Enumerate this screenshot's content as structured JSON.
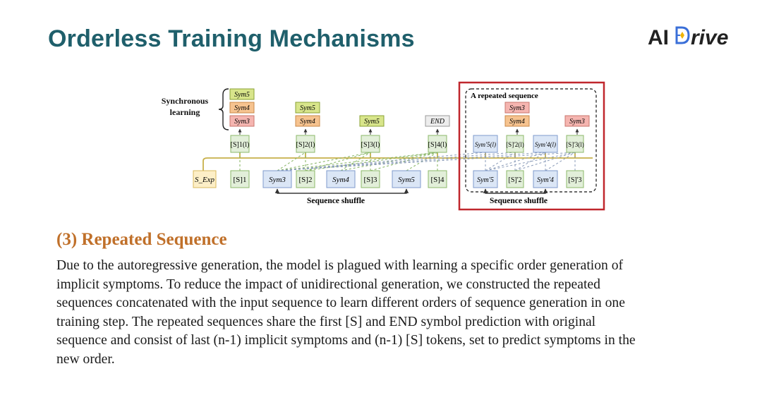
{
  "header": {
    "title": "Orderless Training Mechanisms",
    "logo_prefix": "AI",
    "logo_suffix": "rive"
  },
  "diagram": {
    "sync_label": [
      "Synchronous",
      "learning"
    ],
    "input_row": [
      "S_Exp",
      "[S]1",
      "Sym3",
      "[S]2",
      "Sym4",
      "[S]3",
      "Sym5",
      "[S]4"
    ],
    "hidden_row": [
      "[S]1(l)",
      "[S]2(l)",
      "[S]3(l)",
      "[S]4(l)"
    ],
    "output_col1": [
      "Sym5",
      "Sym4",
      "Sym3"
    ],
    "output_col2": [
      "Sym5",
      "Sym4"
    ],
    "output_col3": [
      "Sym5"
    ],
    "output_col4": [
      "END"
    ],
    "seq_shuffle_label": "Sequence  shuffle",
    "repeated_label": "A repeated sequence",
    "repeated_inputs": [
      "Sym'5",
      "[S]'2",
      "Sym'4",
      "[S]'3"
    ],
    "repeated_hidden": [
      "Sym'5(l)",
      "[S]'2(l)",
      "Sym'4(l)",
      "[S]'3(l)"
    ],
    "repeated_outputs_col2": [
      "Sym3",
      "Sym4"
    ],
    "repeated_outputs_col4": [
      "Sym3"
    ],
    "repeated_shuffle_label": "Sequence  shuffle",
    "colors": {
      "green_box": "#e2efd9",
      "blue_box": "#dbe6f6",
      "yellow_box": "#fdefc7",
      "sym5": "#d8e58b",
      "sym4": "#f6c38f",
      "sym3": "#f5b5b0",
      "end": "#ededed",
      "highlight": "#c0272d"
    }
  },
  "section": {
    "title": "(3) Repeated Sequence",
    "lines": [
      "Due to the autoregressive generation, the model is plagued with learning a specific order generation of",
      "implicit symptoms. To reduce the impact of unidirectional generation, we constructed the repeated",
      "sequences concatenated with the input sequence to learn different orders of sequence generation in one",
      "training step. The repeated sequences share the first [S] and END symbol prediction with original",
      "sequence and consist of last (n-1) implicit symptoms and (n-1) [S] tokens, set to predict symptoms in the",
      "new order."
    ]
  }
}
